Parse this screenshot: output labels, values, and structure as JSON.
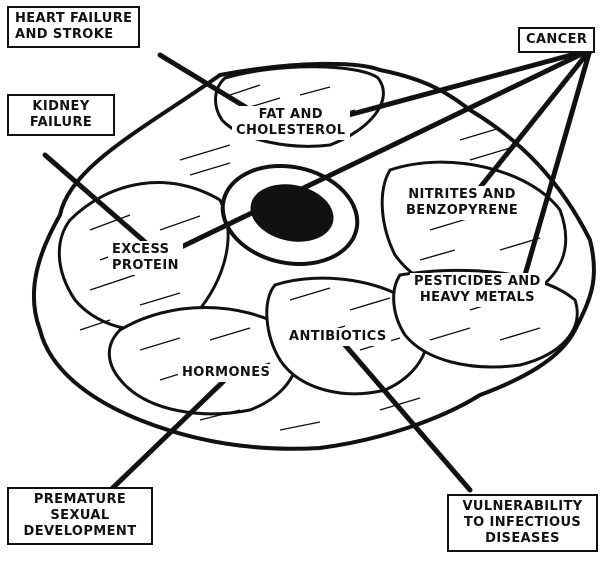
{
  "colors": {
    "ink": "#111111",
    "paper": "#ffffff"
  },
  "outcomes": {
    "heart_failure_stroke": "HEART FAILURE\nAND STROKE",
    "cancer": "CANCER",
    "kidney_failure": "KIDNEY\nFAILURE",
    "premature_sexual_development": "PREMATURE\nSEXUAL\nDEVELOPMENT",
    "vulnerability_infectious_diseases": "VULNERABILITY\nTO INFECTIOUS\nDISEASES"
  },
  "components": {
    "fat_cholesterol": "FAT AND\nCHOLESTEROL",
    "nitrites_benzopyrene": "NITRITES AND\nBENZOPYRENE",
    "excess_protein": "EXCESS\nPROTEIN",
    "pesticides_heavy_metals": "PESTICIDES AND\nHEAVY METALS",
    "antibiotics": "ANTIBIOTICS",
    "hormones": "HORMONES"
  }
}
